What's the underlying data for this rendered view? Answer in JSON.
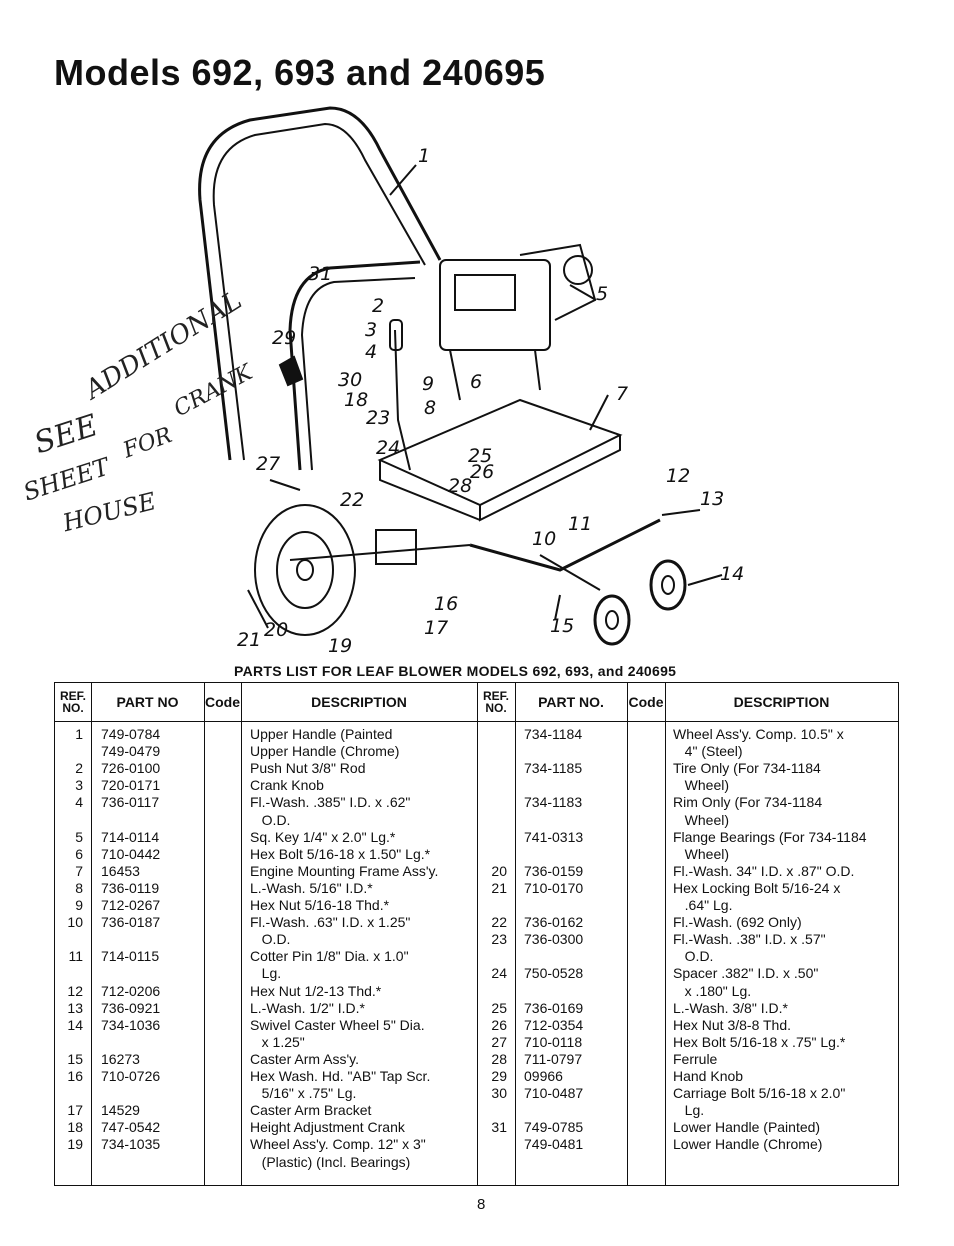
{
  "title": "Models 692, 693 and 240695",
  "diagram": {
    "callouts": [
      "1",
      "2",
      "3",
      "4",
      "5",
      "6",
      "7",
      "8",
      "9",
      "10",
      "11",
      "12",
      "13",
      "14",
      "15",
      "16",
      "17",
      "18",
      "19",
      "20",
      "21",
      "22",
      "23",
      "24",
      "25",
      "26",
      "27",
      "28",
      "29",
      "30",
      "31"
    ],
    "handwritten_note": [
      "SEE",
      "ADDITIONAL",
      "SHEET",
      "FOR",
      "CRANK",
      "HOUSE"
    ]
  },
  "parts_list_title": "PARTS LIST FOR LEAF BLOWER MODELS 692, 693, and 240695",
  "table": {
    "headers": {
      "ref_no": [
        "REF.",
        "NO."
      ],
      "part_no": "PART NO",
      "code": "Code",
      "description": "DESCRIPTION",
      "ref_no_2": [
        "REF.",
        "NO."
      ],
      "part_no_2": "PART NO.",
      "code_2": "Code",
      "description_2": "DESCRIPTION"
    },
    "left_rows": [
      {
        "ref": "1",
        "part": "749-0784",
        "desc": "Upper Handle (Painted"
      },
      {
        "ref": "",
        "part": "749-0479",
        "desc": "Upper Handle (Chrome)"
      },
      {
        "ref": "2",
        "part": "726-0100",
        "desc": "Push Nut 3/8\" Rod"
      },
      {
        "ref": "3",
        "part": "720-0171",
        "desc": "Crank Knob"
      },
      {
        "ref": "4",
        "part": "736-0117",
        "desc": "Fl.-Wash. .385\" I.D. x .62\""
      },
      {
        "ref": "",
        "part": "",
        "desc": "   O.D."
      },
      {
        "ref": "5",
        "part": "714-0114",
        "desc": "Sq. Key 1/4\" x 2.0\" Lg.*"
      },
      {
        "ref": "6",
        "part": "710-0442",
        "desc": "Hex Bolt 5/16-18 x 1.50\" Lg.*"
      },
      {
        "ref": "7",
        "part": "16453",
        "desc": "Engine Mounting Frame Ass'y."
      },
      {
        "ref": "8",
        "part": "736-0119",
        "desc": "L.-Wash. 5/16\" I.D.*"
      },
      {
        "ref": "9",
        "part": "712-0267",
        "desc": "Hex Nut 5/16-18 Thd.*"
      },
      {
        "ref": "10",
        "part": "736-0187",
        "desc": "Fl.-Wash. .63\" I.D. x 1.25\""
      },
      {
        "ref": "",
        "part": "",
        "desc": "   O.D."
      },
      {
        "ref": "11",
        "part": "714-0115",
        "desc": "Cotter Pin 1/8\" Dia. x 1.0\""
      },
      {
        "ref": "",
        "part": "",
        "desc": "   Lg."
      },
      {
        "ref": "12",
        "part": "712-0206",
        "desc": "Hex Nut 1/2-13 Thd.*"
      },
      {
        "ref": "13",
        "part": "736-0921",
        "desc": "L.-Wash. 1/2\" I.D.*"
      },
      {
        "ref": "14",
        "part": "734-1036",
        "desc": "Swivel Caster Wheel 5\" Dia."
      },
      {
        "ref": "",
        "part": "",
        "desc": "   x 1.25\""
      },
      {
        "ref": "15",
        "part": "16273",
        "desc": "Caster Arm Ass'y."
      },
      {
        "ref": "16",
        "part": "710-0726",
        "desc": "Hex Wash. Hd. \"AB\" Tap Scr."
      },
      {
        "ref": "",
        "part": "",
        "desc": "   5/16\" x .75\" Lg."
      },
      {
        "ref": "17",
        "part": "14529",
        "desc": "Caster Arm Bracket"
      },
      {
        "ref": "18",
        "part": "747-0542",
        "desc": "Height Adjustment Crank"
      },
      {
        "ref": "19",
        "part": "734-1035",
        "desc": "Wheel Ass'y. Comp. 12\" x 3\""
      },
      {
        "ref": "",
        "part": "",
        "desc": "   (Plastic) (Incl. Bearings)"
      }
    ],
    "right_rows": [
      {
        "ref": "",
        "part": "734-1184",
        "desc": "Wheel Ass'y. Comp. 10.5\" x"
      },
      {
        "ref": "",
        "part": "",
        "desc": "   4\" (Steel)"
      },
      {
        "ref": "",
        "part": "734-1185",
        "desc": "Tire Only (For 734-1184"
      },
      {
        "ref": "",
        "part": "",
        "desc": "   Wheel)"
      },
      {
        "ref": "",
        "part": "734-1183",
        "desc": "Rim Only (For 734-1184"
      },
      {
        "ref": "",
        "part": "",
        "desc": "   Wheel)"
      },
      {
        "ref": "",
        "part": "741-0313",
        "desc": "Flange Bearings (For 734-1184"
      },
      {
        "ref": "",
        "part": "",
        "desc": "   Wheel)"
      },
      {
        "ref": "20",
        "part": "736-0159",
        "desc": "Fl.-Wash. 34\" I.D. x .87\" O.D."
      },
      {
        "ref": "21",
        "part": "710-0170",
        "desc": "Hex Locking Bolt 5/16-24 x"
      },
      {
        "ref": "",
        "part": "",
        "desc": "   .64\" Lg."
      },
      {
        "ref": "22",
        "part": "736-0162",
        "desc": "Fl.-Wash. (692 Only)"
      },
      {
        "ref": "23",
        "part": "736-0300",
        "desc": "Fl.-Wash. .38\" I.D. x .57\""
      },
      {
        "ref": "",
        "part": "",
        "desc": "   O.D."
      },
      {
        "ref": "24",
        "part": "750-0528",
        "desc": "Spacer .382\" I.D. x .50\""
      },
      {
        "ref": "",
        "part": "",
        "desc": "   x .180\" Lg."
      },
      {
        "ref": "25",
        "part": "736-0169",
        "desc": "L.-Wash. 3/8\" I.D.*"
      },
      {
        "ref": "26",
        "part": "712-0354",
        "desc": "Hex Nut 3/8-8 Thd."
      },
      {
        "ref": "27",
        "part": "710-0118",
        "desc": "Hex Bolt 5/16-18 x .75\" Lg.*"
      },
      {
        "ref": "28",
        "part": "711-0797",
        "desc": "Ferrule"
      },
      {
        "ref": "29",
        "part": "09966",
        "desc": "Hand Knob"
      },
      {
        "ref": "30",
        "part": "710-0487",
        "desc": "Carriage Bolt 5/16-18 x 2.0\""
      },
      {
        "ref": "",
        "part": "",
        "desc": "   Lg."
      },
      {
        "ref": "31",
        "part": "749-0785",
        "desc": "Lower Handle (Painted)"
      },
      {
        "ref": "",
        "part": "749-0481",
        "desc": "Lower Handle (Chrome)"
      }
    ]
  },
  "page_number": "8"
}
